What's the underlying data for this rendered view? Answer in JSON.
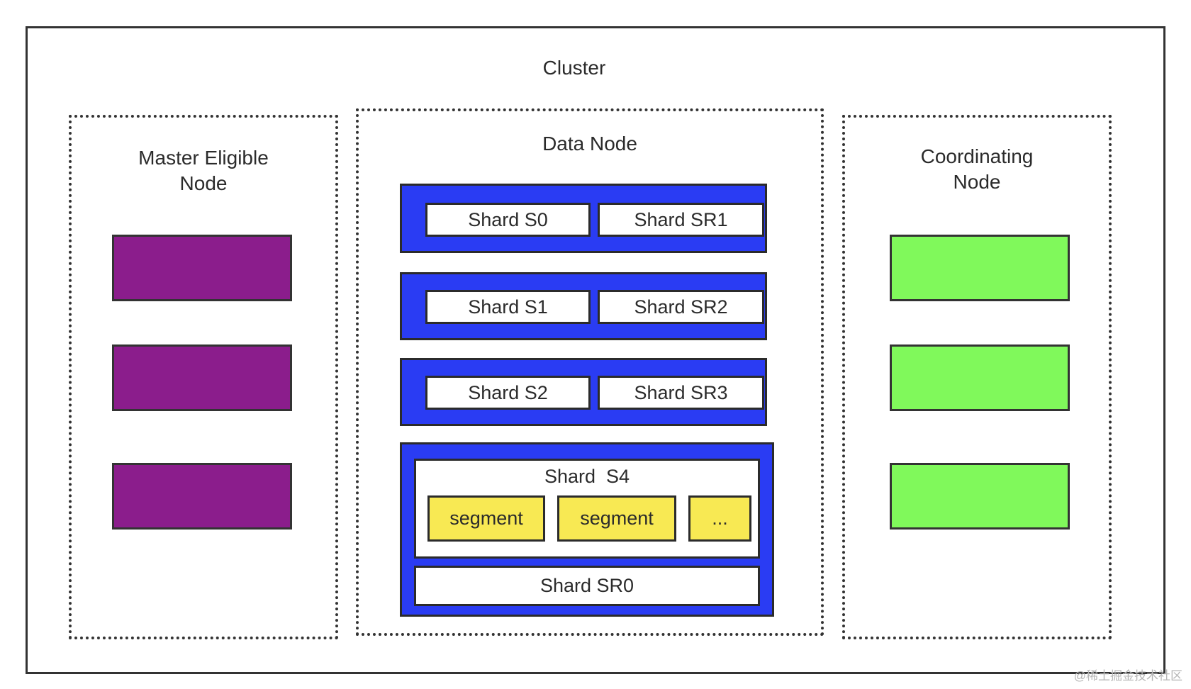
{
  "cluster": {
    "title": "Cluster"
  },
  "master_zone": {
    "title_line1": "Master Eligible",
    "title_line2": "Node",
    "box_color": "#8b1d8c"
  },
  "data_zone": {
    "title": "Data Node",
    "group_color": "#2a3cf3",
    "groups": [
      {
        "left": "Shard S0",
        "right": "Shard SR1"
      },
      {
        "left": "Shard S1",
        "right": "Shard SR2"
      },
      {
        "left": "Shard S2",
        "right": "Shard SR3"
      }
    ],
    "expanded": {
      "primary": "Shard  S4",
      "segments": [
        "segment",
        "segment",
        "..."
      ],
      "replica": "Shard SR0",
      "segment_color": "#f8e953"
    }
  },
  "coord_zone": {
    "title_line1": "Coordinating",
    "title_line2": "Node",
    "box_color": "#80f95b"
  },
  "watermark": "@稀土掘金技术社区"
}
